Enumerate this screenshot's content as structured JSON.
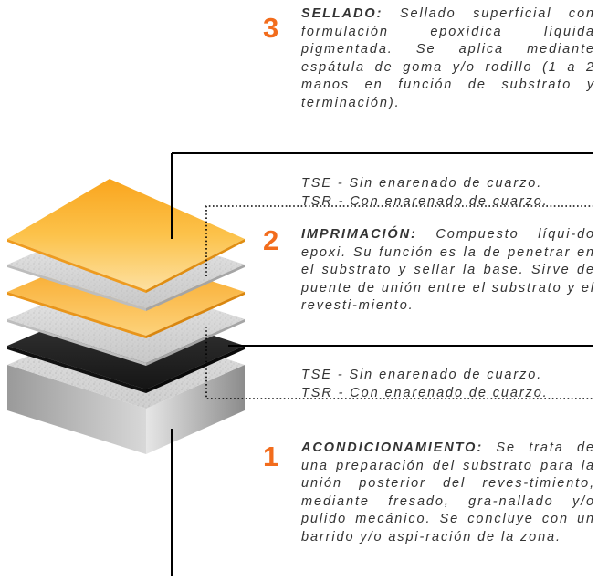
{
  "colors": {
    "accent": "#f26c1c",
    "text": "#333333",
    "orange_layer": "#fbb73c",
    "gray_layer": "#d9d9d9",
    "black_layer": "#222222",
    "concrete": "#bdbdbd"
  },
  "steps": [
    {
      "number": "3",
      "title": "SELLADO:",
      "text": "Sellado superficial con formulación epoxídica líquida pigmentada. Se aplica mediante espátula de goma y/o rodillo (1 a 2 manos en función de substrato y terminación)."
    },
    {
      "number": "2",
      "title": "IMPRIMACIÓN:",
      "text": "Compuesto líqui-do epoxi. Su función es la de penetrar en el substrato y sellar la base. Sirve de puente de unión entre el substrato y el revesti-miento."
    },
    {
      "number": "1",
      "title": "ACONDICIONAMIENTO:",
      "text": "Se trata de una preparación del substrato para la unión posterior del reves-timiento, mediante fresado, gra-nallado y/o pulido mecánico. Se concluye con un barrido y/o aspi-ración de la zona."
    }
  ],
  "options_top": {
    "tse": "TSE - Sin enarenado de cuarzo.",
    "tsr": "TSR - Con enarenado de cuarzo."
  },
  "options_bottom": {
    "tse": "TSE - Sin enarenado de cuarzo.",
    "tsr": "TSR - Con enarenado de cuarzo."
  }
}
